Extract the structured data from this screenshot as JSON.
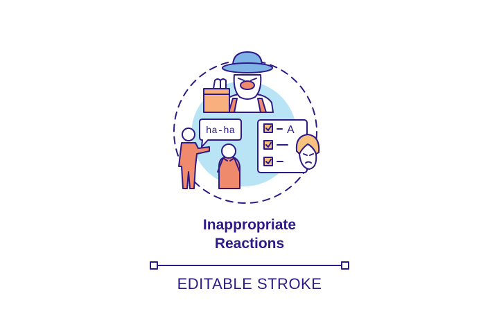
{
  "illustration": {
    "speech_bubble_text": "ha-ha",
    "checklist_grade": "A",
    "colors": {
      "navy": "#2e1a87",
      "orange": "#f08a6c",
      "light_blue": "#b8e4f5",
      "yellow": "#f6c27e",
      "hat_blue": "#80b3e6"
    }
  },
  "title": {
    "line1": "Inappropriate",
    "line2": "Reactions"
  },
  "footer": {
    "label": "EDITABLE STROKE"
  }
}
